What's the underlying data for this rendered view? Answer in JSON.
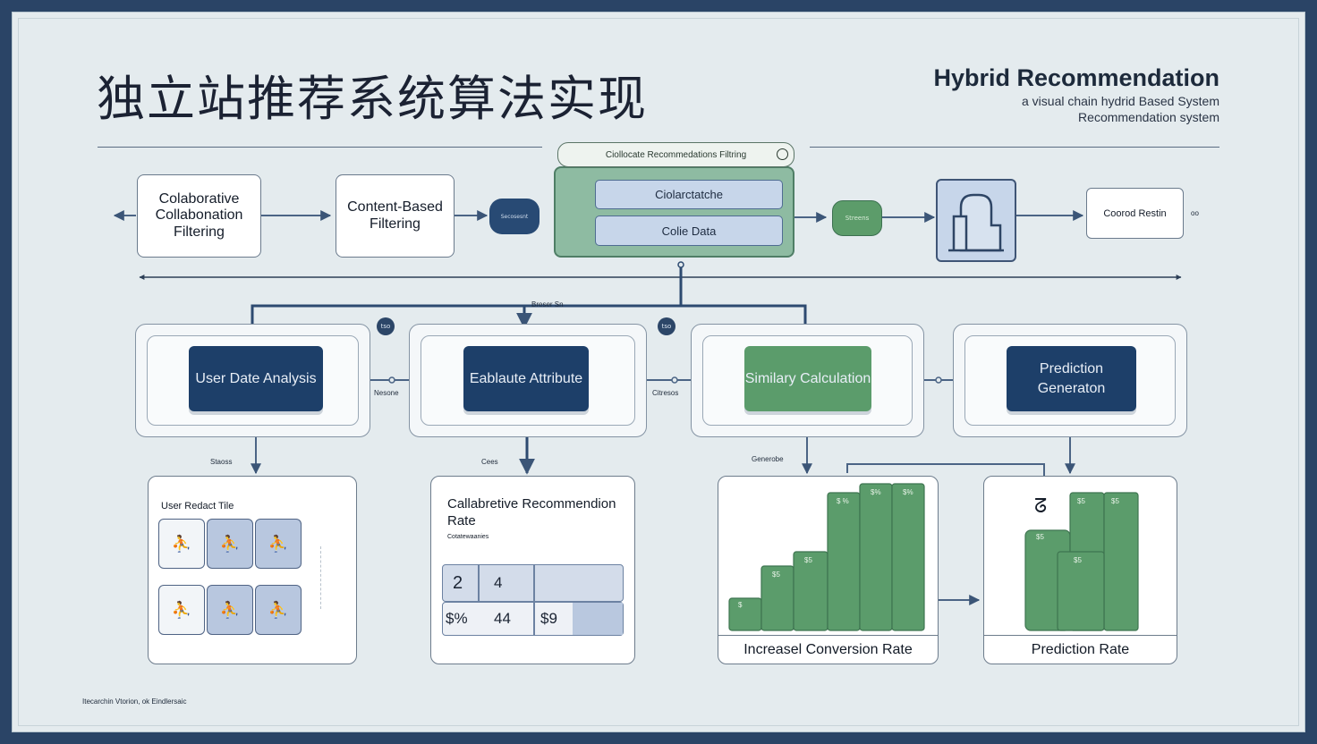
{
  "header": {
    "title_zh": "独立站推荐系统算法实现",
    "title_en": "Hybrid Recommendation",
    "subtitle_line1": "a visual chain hydrid Based System",
    "subtitle_line2": "Recommendation system"
  },
  "top_row": {
    "card_collab": "Colaborative Collabonation Filtering",
    "card_content": "Content-Based Filtering",
    "pill_left": "Secosesnt",
    "hub_tab": "Ciollocate Recommedations Filtring",
    "hub_row1": "Ciolarctatche",
    "hub_row2": "Colie Data",
    "pill_right": "Streens",
    "card_result": "Coorod Restin",
    "card_result_suffix": "oo"
  },
  "mid_row": {
    "bus_label": "Breser Sn",
    "badge1": "tso",
    "badge2": "tso",
    "stage1": "User Date Analysis",
    "stage2": "Eablaute Attribute",
    "stage3": "Similary Calculation",
    "stage4": "Prediction Generaton",
    "conn1_label": "Nesone",
    "conn2_label": "Citresos"
  },
  "bottom_row": {
    "label1": "Staoss",
    "label2": "Cees",
    "label3": "Generobe",
    "panel1_title": "User Redact Tile",
    "panel2_title": "Callabretive Recommendion Rate",
    "panel2_sub": "Cotatewaanies",
    "panel2_cells": [
      "2",
      "4",
      "$%",
      "44",
      "$9"
    ],
    "panel3_caption": "Increasel Conversion Rate",
    "panel3_bar_labels": [
      "$",
      "$5",
      "$5",
      "$ %",
      "$%",
      "$%"
    ],
    "panel4_caption": "Prediction Rate",
    "panel4_bar_labels": [
      "$5",
      "$5",
      "$5",
      "$5"
    ],
    "panel4_icon": "ᘔ"
  },
  "footer": {
    "note": "Itecarchin Vtorion, ok Eindlersaic"
  },
  "colors": {
    "navy": "#1d3f69",
    "green": "#5b9c6b",
    "background": "#e4ebee",
    "frame": "#2a4466"
  }
}
